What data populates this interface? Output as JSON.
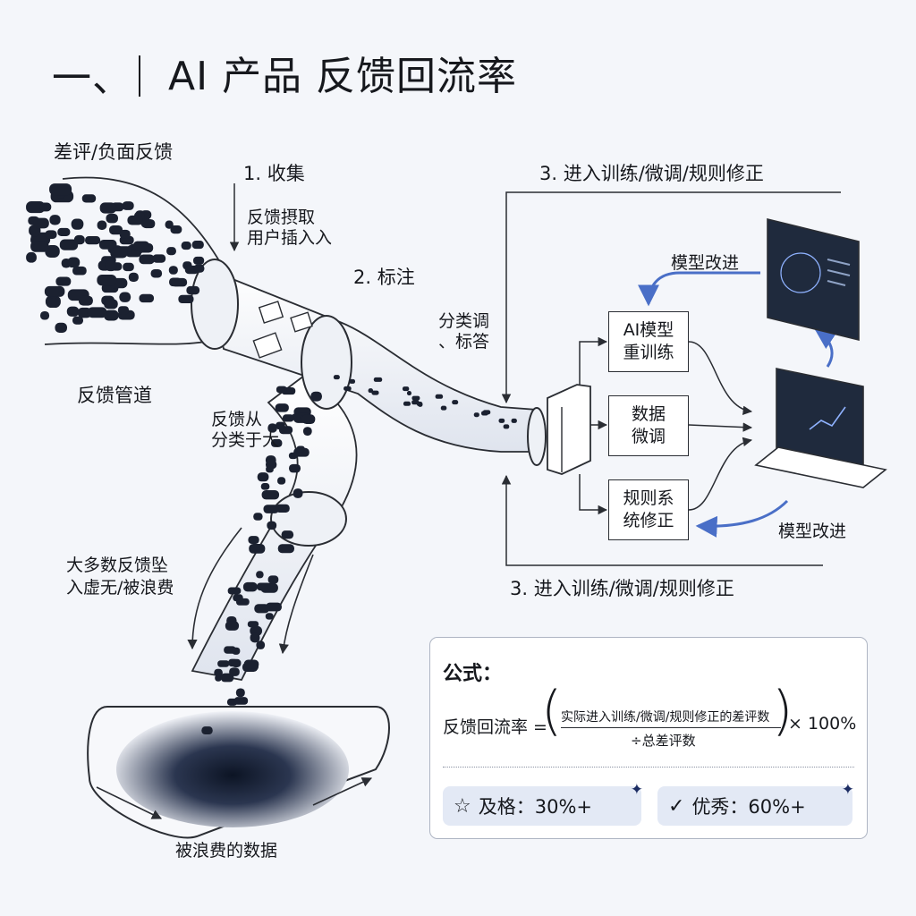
{
  "title": {
    "number": "一、",
    "text": "AI 产品 反馈回流率"
  },
  "labels": {
    "negative_feedback": "差评/负面反馈",
    "step1": "1. 收集",
    "step1_sub": "反馈摂取\n用户插入入",
    "step2": "2. 标注",
    "step2_sub": "分类调\n、标答",
    "step3_top": "3. 进入训练/微调/规则修正",
    "step3_bottom": "3. 进入训练/微调/规则修正",
    "pipeline": "反馈管道",
    "classify_note": "反馈从\n分类于大",
    "lost_note": "大多数反馈坠\n入虚无/被浪费",
    "wasted": "被浪费的数据",
    "model_improve_top": "模型改进",
    "model_improve_bottom": "模型改进"
  },
  "boxes": {
    "retrain": "AI模型\n重训练",
    "finetune": "数据\n微调",
    "rules": "规则系\n统修正"
  },
  "formula": {
    "heading": "公式：",
    "lhs": "反馈回流率 =",
    "numerator": "实际进入训练/微调/规则修正的差评数",
    "denominator": "÷总差评数",
    "multiplier": "× 100%",
    "pass_label": "及格：30%+",
    "excellent_label": "优秀：60%+"
  },
  "icons": {
    "pass": "star-outline-icon",
    "excellent": "checkmark-icon",
    "sparkle": "sparkle-icon"
  },
  "colors": {
    "ink": "#16181d",
    "accent": "#4a6fc7",
    "pill": "#e3e9f5",
    "screen": "#1f2a3d"
  }
}
